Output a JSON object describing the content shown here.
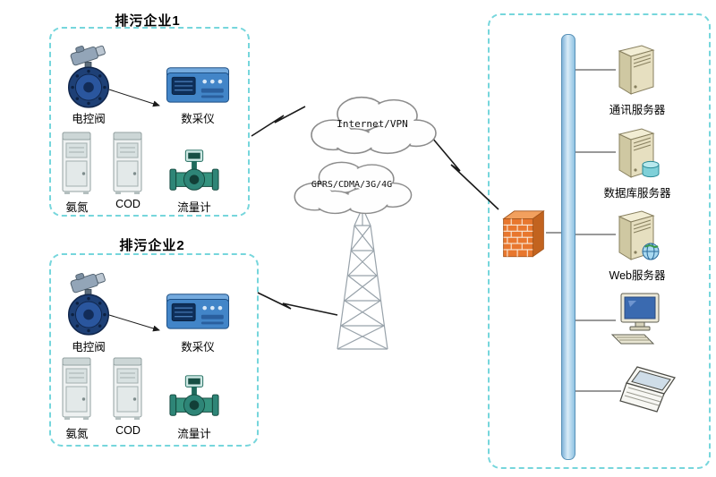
{
  "enterprises": [
    {
      "title": "排污企业1",
      "valve": "电控阀",
      "collector": "数采仪",
      "ammonia": "氨氮",
      "cod": "COD",
      "flowmeter": "流量计"
    },
    {
      "title": "排污企业2",
      "valve": "电控阀",
      "collector": "数采仪",
      "ammonia": "氨氮",
      "cod": "COD",
      "flowmeter": "流量计"
    }
  ],
  "network": {
    "cloud_internet": "Internet/VPN",
    "cloud_gprs": "GPRS/CDMA/3G/4G"
  },
  "datacenter": {
    "comm_server": "通讯服务器",
    "db_server": "数据库服务器",
    "web_server": "Web服务器"
  },
  "colors": {
    "box_border": "#76d6dc",
    "bus_blue": "#a9d2ec",
    "firewall_orange": "#e8772e",
    "collector_blue": "#4285c8",
    "valve_navy": "#1e4076",
    "meter_teal": "#2e8577"
  }
}
